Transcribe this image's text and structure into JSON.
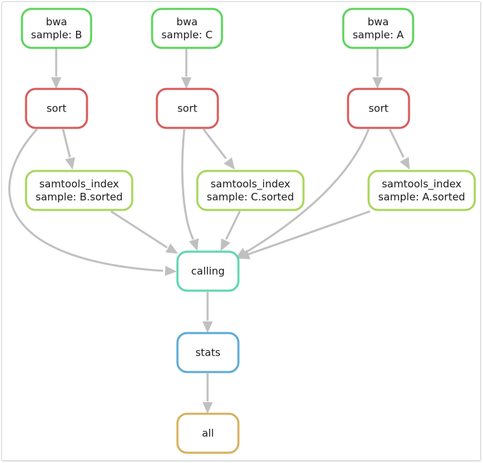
{
  "colors": {
    "bwa": "#5cd35c",
    "sort": "#d65b5b",
    "samtools_index": "#a8d65b",
    "calling": "#5bd6b0",
    "stats": "#5baad6",
    "all": "#d6b05b",
    "edge": "#c0c0c0"
  },
  "nodes": [
    {
      "id": "bwa-b",
      "lines": [
        "bwa",
        "sample: B"
      ],
      "kind": "bwa"
    },
    {
      "id": "bwa-c",
      "lines": [
        "bwa",
        "sample: C"
      ],
      "kind": "bwa"
    },
    {
      "id": "bwa-a",
      "lines": [
        "bwa",
        "sample: A"
      ],
      "kind": "bwa"
    },
    {
      "id": "sort-b",
      "lines": [
        "sort"
      ],
      "kind": "sort"
    },
    {
      "id": "sort-c",
      "lines": [
        "sort"
      ],
      "kind": "sort"
    },
    {
      "id": "sort-a",
      "lines": [
        "sort"
      ],
      "kind": "sort"
    },
    {
      "id": "samtools-index-b",
      "lines": [
        "samtools_index",
        "sample: B.sorted"
      ],
      "kind": "samtools_index"
    },
    {
      "id": "samtools-index-c",
      "lines": [
        "samtools_index",
        "sample: C.sorted"
      ],
      "kind": "samtools_index"
    },
    {
      "id": "samtools-index-a",
      "lines": [
        "samtools_index",
        "sample: A.sorted"
      ],
      "kind": "samtools_index"
    },
    {
      "id": "calling",
      "lines": [
        "calling"
      ],
      "kind": "calling"
    },
    {
      "id": "stats",
      "lines": [
        "stats"
      ],
      "kind": "stats"
    },
    {
      "id": "all",
      "lines": [
        "all"
      ],
      "kind": "all"
    }
  ],
  "edges": [
    {
      "from": "bwa-b",
      "to": "sort-b"
    },
    {
      "from": "bwa-c",
      "to": "sort-c"
    },
    {
      "from": "bwa-a",
      "to": "sort-a"
    },
    {
      "from": "sort-b",
      "to": "samtools-index-b"
    },
    {
      "from": "sort-c",
      "to": "samtools-index-c"
    },
    {
      "from": "sort-a",
      "to": "samtools-index-a"
    },
    {
      "from": "sort-b",
      "to": "calling"
    },
    {
      "from": "sort-c",
      "to": "calling"
    },
    {
      "from": "sort-a",
      "to": "calling"
    },
    {
      "from": "samtools-index-b",
      "to": "calling"
    },
    {
      "from": "samtools-index-c",
      "to": "calling"
    },
    {
      "from": "samtools-index-a",
      "to": "calling"
    },
    {
      "from": "calling",
      "to": "stats"
    },
    {
      "from": "stats",
      "to": "all"
    }
  ]
}
